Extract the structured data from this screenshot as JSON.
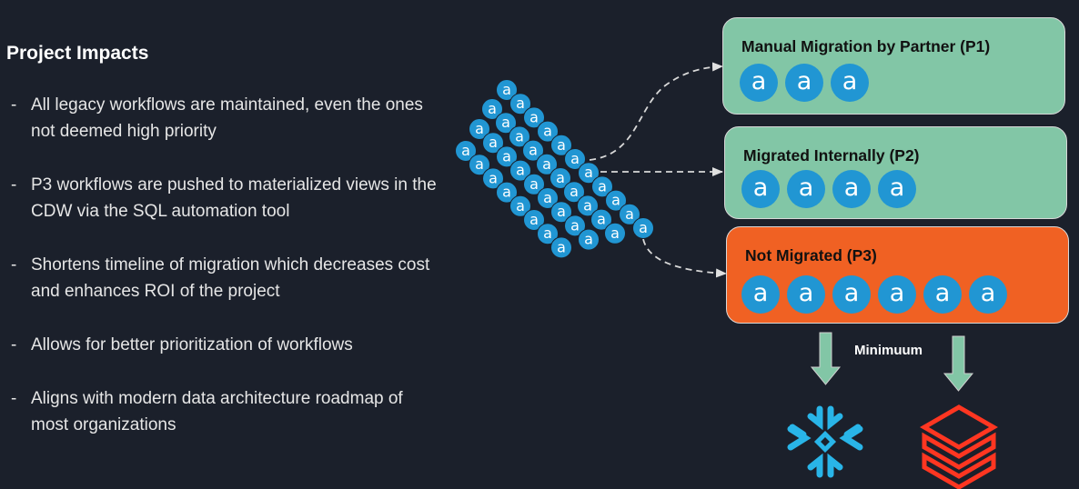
{
  "slide": {
    "title": "Project Impacts",
    "bullets": [
      {
        "dash": "-",
        "text": "All legacy workflows are maintained, even the ones not deemed high priority"
      },
      {
        "dash": "-",
        "text": "P3 workflows are pushed to materialized views in the CDW via the SQL automation tool"
      },
      {
        "dash": "-",
        "text": "Shortens timeline of migration which decreases cost and enhances ROI of the project"
      },
      {
        "dash": "-",
        "text": "Allows for better prioritization of workflows"
      },
      {
        "dash": "-",
        "text": "Aligns with modern data architecture roadmap of most organizations"
      }
    ]
  },
  "diagram": {
    "source_cluster": {
      "icon": "alteryx-workflow-icon",
      "glyph": "a",
      "lines": [
        11,
        10,
        9,
        8
      ]
    },
    "buckets": [
      {
        "id": "p1",
        "label": "Manual Migration by Partner (P1)",
        "workflow_count": 3,
        "fill": "#82c6a6"
      },
      {
        "id": "p2",
        "label": "Migrated Internally (P2)",
        "workflow_count": 4,
        "fill": "#82c6a6"
      },
      {
        "id": "p3",
        "label": "Not Migrated (P3)",
        "workflow_count": 6,
        "fill": "#f06123"
      }
    ],
    "glyph": "a",
    "icon_color": "#2196d3",
    "arrow_label": "Minimuum",
    "targets": [
      {
        "name": "Snowflake",
        "icon": "snowflake-icon",
        "color": "#29b5e8"
      },
      {
        "name": "Databricks",
        "icon": "databricks-icon",
        "color": "#ff3621"
      }
    ]
  }
}
